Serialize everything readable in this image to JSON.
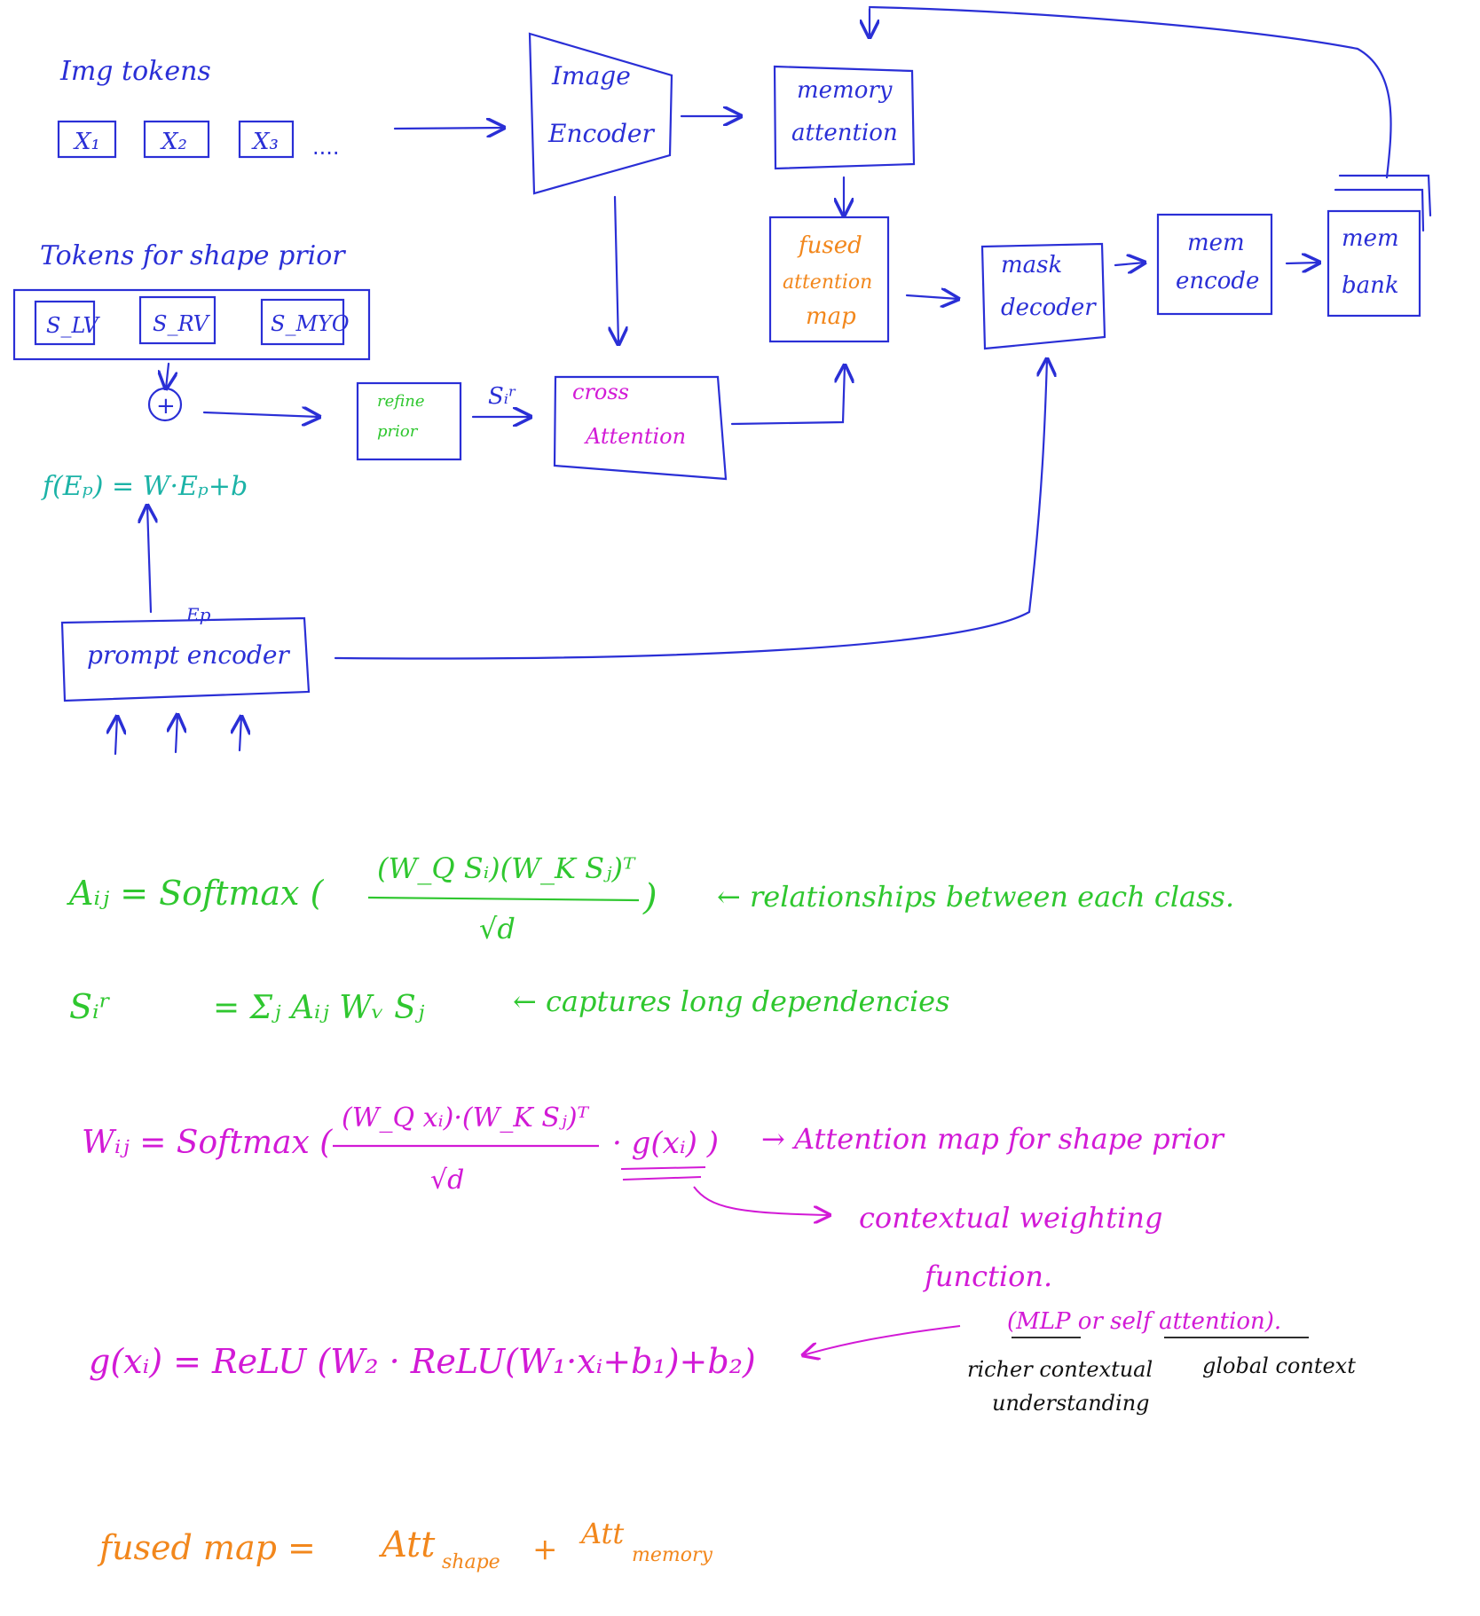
{
  "colors": {
    "blue": "#2a2fd6",
    "green": "#2fc72f",
    "magenta": "#d21ad6",
    "orange": "#f2871c",
    "teal": "#1cb3a7",
    "black": "#111111"
  },
  "labels": {
    "img_tokens": "Img tokens",
    "x1": "X₁",
    "x2": "X₂",
    "x3": "X₃",
    "ellipsis": "....",
    "tokens_shape_prior": "Tokens for shape prior",
    "s_lv": "S_LV",
    "s_rv": "S_RV",
    "s_myo": "S_MYO",
    "plus": "+",
    "refine_prior_1": "refine",
    "refine_prior_2": "prior",
    "s_r": "Sᵢʳ",
    "image_encoder_1": "Image",
    "image_encoder_2": "Encoder",
    "memory_attention_1": "memory",
    "memory_attention_2": "attention",
    "fused_1": "fused",
    "fused_2": "attention",
    "fused_3": "map",
    "cross_attention_1": "cross",
    "cross_attention_2": "Attention",
    "mask_decoder_1": "mask",
    "mask_decoder_2": "decoder",
    "mem_encode_1": "mem",
    "mem_encode_2": "encode",
    "mem_bank_1": "mem",
    "mem_bank_2": "bank",
    "f_ep": "f(Eₚ) = W·Eₚ+b",
    "ep": "Ep",
    "prompt_encoder": "prompt encoder"
  },
  "equations": {
    "aij_lhs": "Aᵢⱼ  =  Softmax (",
    "aij_num": "(W_Q Sᵢ)(W_K Sⱼ)ᵀ",
    "aij_den": "√d",
    "aij_close": ")",
    "aij_note": "← relationships between each class.",
    "sr_lhs": "Sᵢʳ",
    "sr_rhs": "= Σⱼ Aᵢⱼ Wᵥ Sⱼ",
    "sr_note": "← captures long dependencies",
    "wij_lhs": "Wᵢⱼ = Softmax (",
    "wij_num": "(W_Q xᵢ)·(W_K Sⱼ)ᵀ",
    "wij_den": "√d",
    "wij_g": "· g(xᵢ) )",
    "wij_note": "→  Attention map for shape prior",
    "ctx_note_1": "contextual weighting",
    "ctx_note_2": "function.",
    "gx": "g(xᵢ) = ReLU (W₂ · ReLU(W₁·xᵢ+b₁)+b₂)",
    "mlp_note": "(MLP or self attention).",
    "richer_1": "richer contextual",
    "richer_2": "understanding",
    "global": "global context",
    "fused_lhs": "fused  map  =",
    "att": "Att",
    "shape": "shape",
    "plus": "+",
    "memory": "memory"
  }
}
